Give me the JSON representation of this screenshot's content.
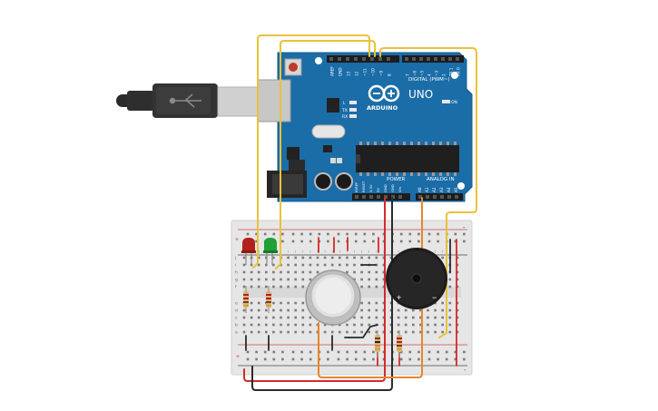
{
  "arduino": {
    "brand": "ARDUINO",
    "model": "UNO",
    "digital_label": "DIGITAL (PWM~)",
    "power_label": "POWER",
    "analog_label": "ANALOG IN",
    "on_label": "ON",
    "tx_label": "TX",
    "rx_label": "RX",
    "l_label": "L",
    "digital_pins": [
      "AREF",
      "GND",
      "13",
      "12",
      "~11",
      "~10",
      "~9",
      "8",
      "7",
      "~6",
      "~5",
      "4",
      "~3",
      "2",
      "TX 1",
      "RX 0"
    ],
    "power_pins": [
      "IOREF",
      "RESET",
      "3.3V",
      "5V",
      "GND",
      "GND",
      "Vin"
    ],
    "analog_pins": [
      "A0",
      "A1",
      "A2",
      "A3",
      "A4",
      "A5"
    ]
  },
  "breadboard": {
    "rows": [
      "j",
      "i",
      "h",
      "g",
      "f",
      "e",
      "d",
      "c",
      "b",
      "a"
    ],
    "rail_plus": "+",
    "rail_minus": "-"
  },
  "buzzer": {
    "plus": "+",
    "minus": "−"
  },
  "colors": {
    "board_blue": "#1b6da8",
    "wire_yellow": "#e8c33a",
    "wire_red": "#d42a2a",
    "wire_black": "#2b2b2b",
    "wire_orange": "#e8862a",
    "led_red": "#b3201b",
    "led_green": "#21a035"
  },
  "icons": [
    "usb-cable-icon",
    "arduino-logo-icon",
    "reset-button-icon",
    "gas-sensor-icon",
    "buzzer-icon",
    "led-icon",
    "resistor-icon"
  ]
}
